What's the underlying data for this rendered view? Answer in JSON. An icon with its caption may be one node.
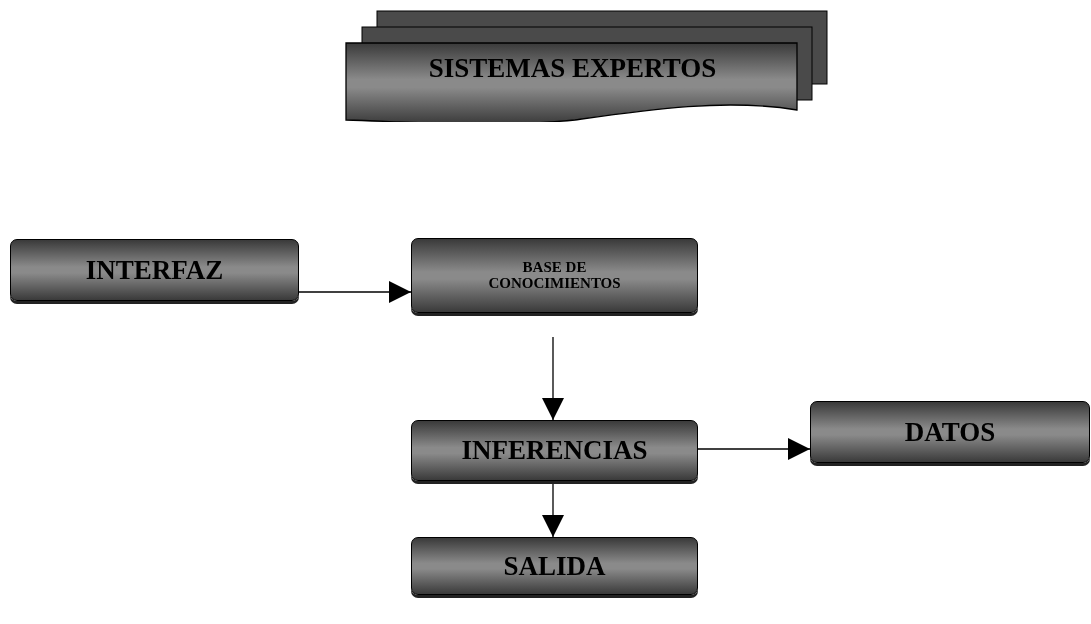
{
  "diagram": {
    "nodes": [
      {
        "text": [
          "SISTEMAS EXPERTOS"
        ]
      },
      {
        "text": [
          "INTERFAZ"
        ]
      },
      {
        "text": [
          "BASE DE CONOCIMIENTOS"
        ]
      },
      {
        "text": [
          "INFERENCIAS"
        ]
      },
      {
        "text": [
          "DATOS"
        ]
      },
      {
        "text": [
          "SALIDA"
        ]
      }
    ],
    "edges": [
      {
        "from": 1,
        "to": 2,
        "arrow": "to"
      },
      {
        "from": 2,
        "to": 3,
        "arrow": "to"
      },
      {
        "from": 3,
        "to": 4,
        "arrow": "to"
      },
      {
        "from": 3,
        "to": 5,
        "arrow": "to"
      }
    ]
  }
}
